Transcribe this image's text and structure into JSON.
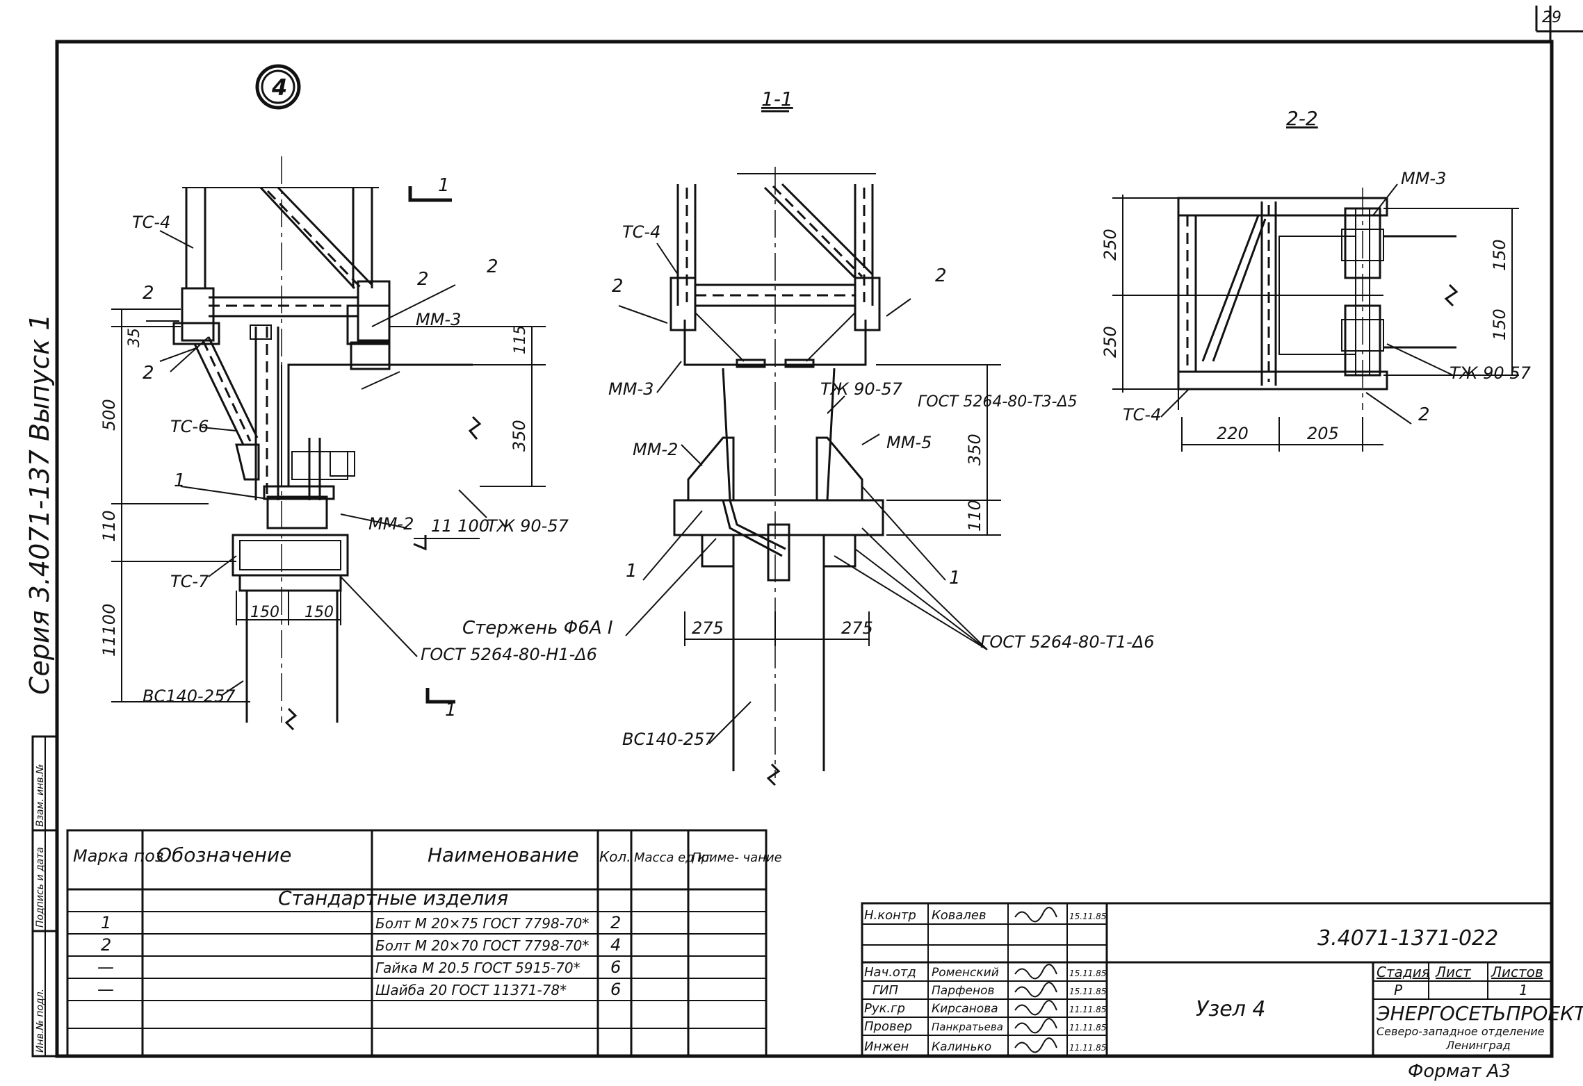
{
  "page_number": "29",
  "side_series": "Серия 3.4071-137 Выпуск 1",
  "side_stamp": [
    "Инв.№ подл.",
    "Подпись и дата",
    "Взам. инв.№"
  ],
  "node_number": "4",
  "views": {
    "main": {
      "labels": {
        "tc4": "ТС-4",
        "tc6": "ТС-6",
        "tc7": "ТС-7",
        "mm3": "ММ-3",
        "mm2": "ММ-2",
        "tzh": "ТЖ 90-57",
        "vs": "ВС140-257",
        "gost_h1": "ГОСТ 5264-80-Н1-Δ6",
        "elev": "11 100",
        "cut1_top": "1",
        "cut1_bot": "1",
        "mark2a": "2",
        "mark2b": "2",
        "mark2c": "2",
        "mark2d": "2",
        "mark1": "1"
      },
      "dims": {
        "d35": "35",
        "d500": "500",
        "d110": "110",
        "d11100": "11100",
        "d115": "115",
        "d350": "350",
        "d150a": "150",
        "d150b": "150"
      }
    },
    "section11": {
      "title": "1-1",
      "labels": {
        "tc4": "ТС-4",
        "mm3": "ММ-3",
        "mm2": "ММ-2",
        "mm5": "ММ-5",
        "tzh": "ТЖ 90-57",
        "gost_t3": "ГОСТ 5264-80-Т3-Δ5",
        "rod": "Стержень Φ6А I",
        "gost_t1": "ГОСТ 5264-80-Т1-Δ6",
        "vs": "ВС140-257",
        "mark2a": "2",
        "mark2b": "2",
        "mark1a": "1",
        "mark1b": "1"
      },
      "dims": {
        "d350": "350",
        "d110": "110",
        "d275a": "275",
        "d275b": "275"
      }
    },
    "section22": {
      "title": "2-2",
      "labels": {
        "mm3": "ММ-3",
        "tc4": "ТС-4",
        "tzh": "ТЖ 90 57",
        "mark2": "2"
      },
      "dims": {
        "d250a": "250",
        "d250b": "250",
        "d150a": "150",
        "d150b": "150",
        "d220": "220",
        "d205": "205"
      }
    }
  },
  "spec_table": {
    "headers": {
      "mark": "Марка поз",
      "designation": "Обозначение",
      "name": "Наименование",
      "qty": "Кол.",
      "mass": "Масса ед кг",
      "note": "Приме- чание"
    },
    "section_title": "Стандартные изделия",
    "rows": [
      {
        "pos": "1",
        "name": "Болт М 20×75 ГОСТ 7798-70*",
        "qty": "2"
      },
      {
        "pos": "2",
        "name": "Болт М 20×70 ГОСТ 7798-70*",
        "qty": "4"
      },
      {
        "pos": "—",
        "name": "Гайка М 20.5 ГОСТ 5915-70*",
        "qty": "6"
      },
      {
        "pos": "—",
        "name": "Шайба 20 ГОСТ 11371-78*",
        "qty": "6"
      }
    ]
  },
  "title_block": {
    "code": "3.4071-1371-022",
    "drawing_name": "Узел 4",
    "stage_label": "Стадия",
    "sheet_label": "Лист",
    "sheets_label": "Листов",
    "stage": "Р",
    "sheet": "",
    "sheets": "1",
    "org": "ЭНЕРГОСЕТЬПРОЕКТ",
    "org_sub1": "Северо-западное отделение",
    "org_sub2": "Ленинград",
    "format": "Формат А3",
    "signers": [
      {
        "role": "Н.контр",
        "name": "Ковалев",
        "date": "15.11.85"
      },
      {
        "role": "Нач.отд",
        "name": "Роменский",
        "date": "15.11.85"
      },
      {
        "role": "ГИП",
        "name": "Парфенов",
        "date": "15.11.85"
      },
      {
        "role": "Рук.гр",
        "name": "Кирсанова",
        "date": "11.11.85"
      },
      {
        "role": "Провер",
        "name": "Панкратьева",
        "date": "11.11.85"
      },
      {
        "role": "Инжен",
        "name": "Калинько",
        "date": "11.11.85"
      }
    ]
  }
}
